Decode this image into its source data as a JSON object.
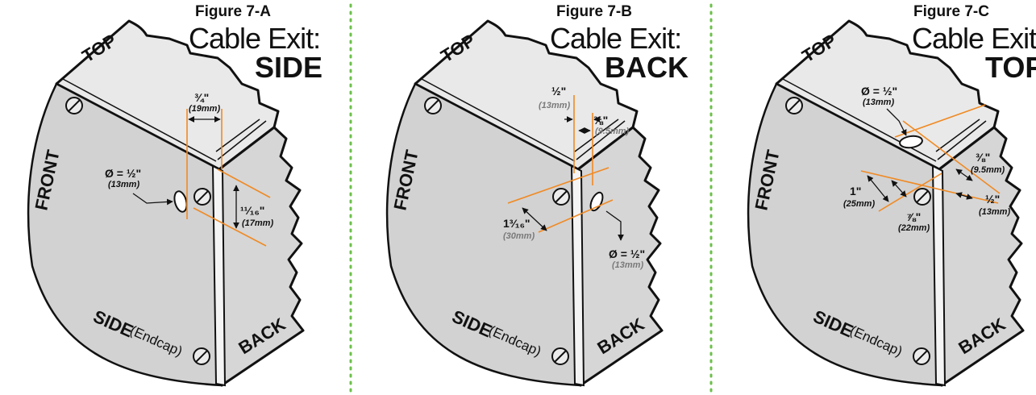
{
  "colors": {
    "accent_line": "#f08a24",
    "divider": "#6cc04a",
    "housing": "#dedede"
  },
  "figures": [
    {
      "number": "Figure 7-A",
      "title": "Cable Exit:",
      "exit": "SIDE",
      "face_top": "TOP",
      "face_front": "FRONT",
      "face_side": "SIDE",
      "face_side_note": "(Endcap)",
      "face_back": "BACK",
      "dims": [
        {
          "value": "¾\"",
          "mm": "(19mm)"
        },
        {
          "value": "Ø = ½\"",
          "mm": "(13mm)"
        },
        {
          "value": "¹¹⁄₁₆\"",
          "mm": "(17mm)"
        }
      ]
    },
    {
      "number": "Figure 7-B",
      "title": "Cable Exit:",
      "exit": "BACK",
      "face_top": "TOP",
      "face_front": "FRONT",
      "face_side": "SIDE",
      "face_side_note": "(Endcap)",
      "face_back": "BACK",
      "dims": [
        {
          "value": "½\"",
          "mm": "(13mm)"
        },
        {
          "value": "⅜\"",
          "mm": "(9.5mm)"
        },
        {
          "value": "1³⁄₁₆\"",
          "mm": "(30mm)"
        },
        {
          "value": "Ø = ½\"",
          "mm": "(13mm)"
        }
      ]
    },
    {
      "number": "Figure 7-C",
      "title": "Cable Exit:",
      "exit": "TOP",
      "face_top": "TOP",
      "face_front": "FRONT",
      "face_side": "SIDE",
      "face_side_note": "(Endcap)",
      "face_back": "BACK",
      "dims": [
        {
          "value": "Ø = ½\"",
          "mm": "(13mm)"
        },
        {
          "value": "⅜\"",
          "mm": "(9.5mm)"
        },
        {
          "value": "1\"",
          "mm": "(25mm)"
        },
        {
          "value": "⅞\"",
          "mm": "(22mm)"
        },
        {
          "value": "½\"",
          "mm": "(13mm)"
        }
      ]
    }
  ]
}
